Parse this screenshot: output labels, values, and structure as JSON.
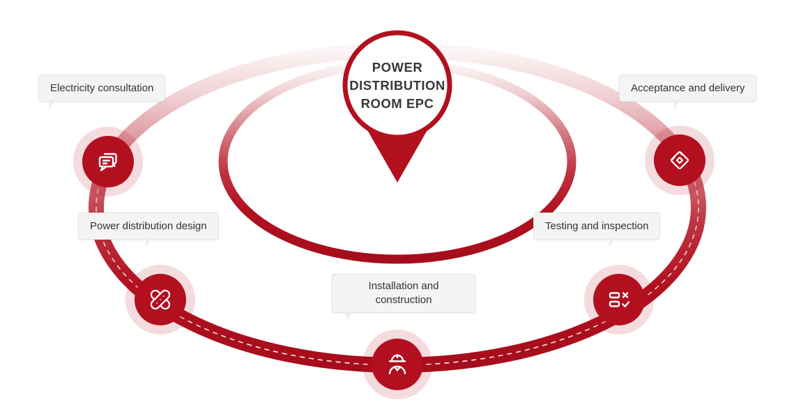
{
  "title": {
    "lines": [
      "POWER",
      "DISTRIBUTION",
      "ROOM EPC"
    ]
  },
  "steps": [
    {
      "label": "Electricity consultation",
      "icon": "chat-icon"
    },
    {
      "label": "Power distribution design",
      "icon": "crossed-bandage-icon"
    },
    {
      "label": "Installation and construction",
      "icon": "engineer-icon"
    },
    {
      "label": "Testing and inspection",
      "icon": "checklist-icon"
    },
    {
      "label": "Acceptance and delivery",
      "icon": "certificate-icon"
    }
  ],
  "colors": {
    "primary_red": "#b2101f",
    "halo_pink": "#f2dadc",
    "label_background": "#f4f4f4",
    "label_border": "#e3e3e3",
    "text_dark": "#333333",
    "icon_white": "#ffffff"
  }
}
